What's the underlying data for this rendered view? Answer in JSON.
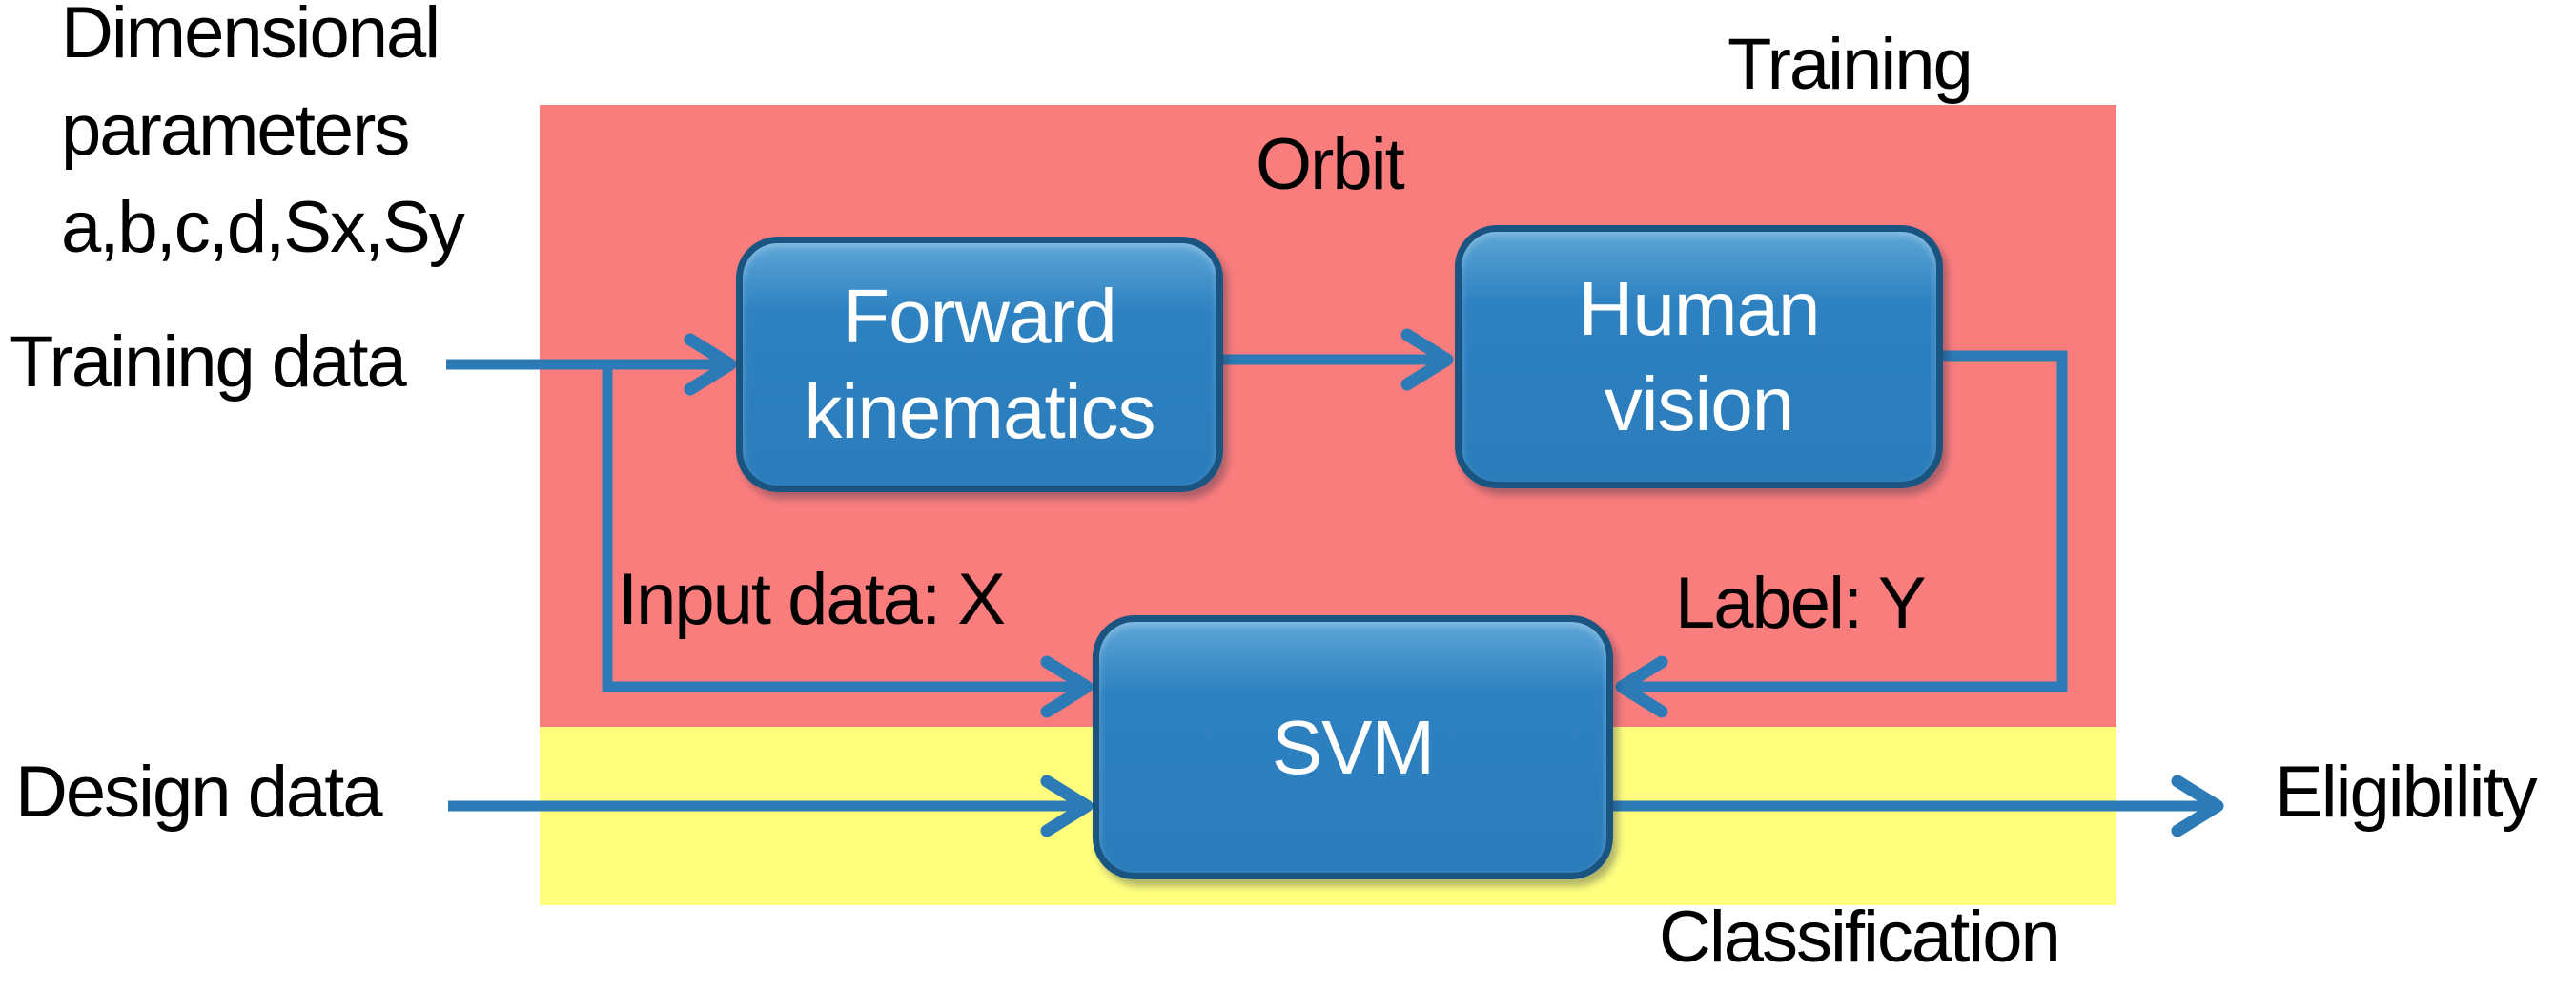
{
  "annotations": {
    "dimensional_params": {
      "lines": [
        "Dimensional",
        "parameters",
        "a,b,c,d,Sx,Sy"
      ]
    },
    "training_data": "Training data",
    "training_region_label": "Training",
    "orbit": "Orbit",
    "input_data": "Input data: X",
    "label_y": "Label: Y",
    "design_data": "Design data",
    "eligibility": "Eligibility",
    "classification_region_label": "Classification"
  },
  "nodes": {
    "forward_kinematics": {
      "lines": [
        "Forward",
        "kinematics"
      ]
    },
    "human_vision": {
      "lines": [
        "Human",
        "vision"
      ]
    },
    "svm": {
      "label": "SVM"
    }
  },
  "colors": {
    "background": "#FFFFFF",
    "text": "#000000",
    "region_training": "#FA7D7D",
    "region_classification": "#FFFF7D",
    "node_fill": "#2E82C1",
    "node_fill_light": "#5CA5D6",
    "node_fill_dark": "#2B7CBB",
    "node_border": "#1A5480",
    "node_text": "#FFFFFF",
    "arrow": "#2D7BB6"
  }
}
